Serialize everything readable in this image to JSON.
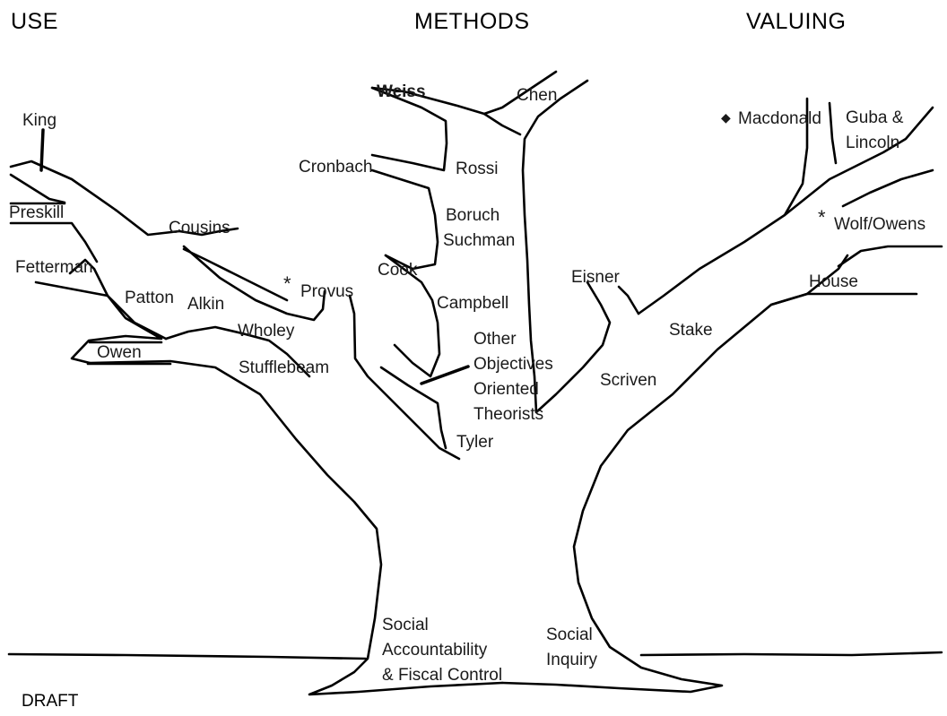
{
  "headers": {
    "use": "USE",
    "methods": "METHODS",
    "valuing": "VALUING"
  },
  "draft": "DRAFT",
  "use_branch": {
    "king": "King",
    "preskill": "Preskill",
    "cousins": "Cousins",
    "fetterman": "Fetterman",
    "patton": "Patton",
    "alkin": "Alkin",
    "owen": "Owen",
    "wholey": "Wholey",
    "provus": "Provus",
    "stufflebeam": "Stufflebeam"
  },
  "methods_branch": {
    "weiss": "Weiss",
    "chen": "Chen",
    "cronbach": "Cronbach",
    "rossi": "Rossi",
    "boruch": "Boruch",
    "suchman": "Suchman",
    "cook": "Cook",
    "campbell": "Campbell",
    "other_objectives": [
      "Other",
      "Objectives",
      "Oriented",
      "Theorists"
    ],
    "tyler": "Tyler"
  },
  "valuing_branch": {
    "macdonald": "Macdonald",
    "guba_lincoln": [
      "Guba &",
      "Lincoln"
    ],
    "wolf_owens": "Wolf/Owens",
    "house": "House",
    "eisner": "Eisner",
    "stake": "Stake",
    "scriven": "Scriven"
  },
  "roots": {
    "social_accountability": [
      "Social",
      "Accountability",
      "& Fiscal Control"
    ],
    "social_inquiry": [
      "Social",
      "Inquiry"
    ]
  }
}
